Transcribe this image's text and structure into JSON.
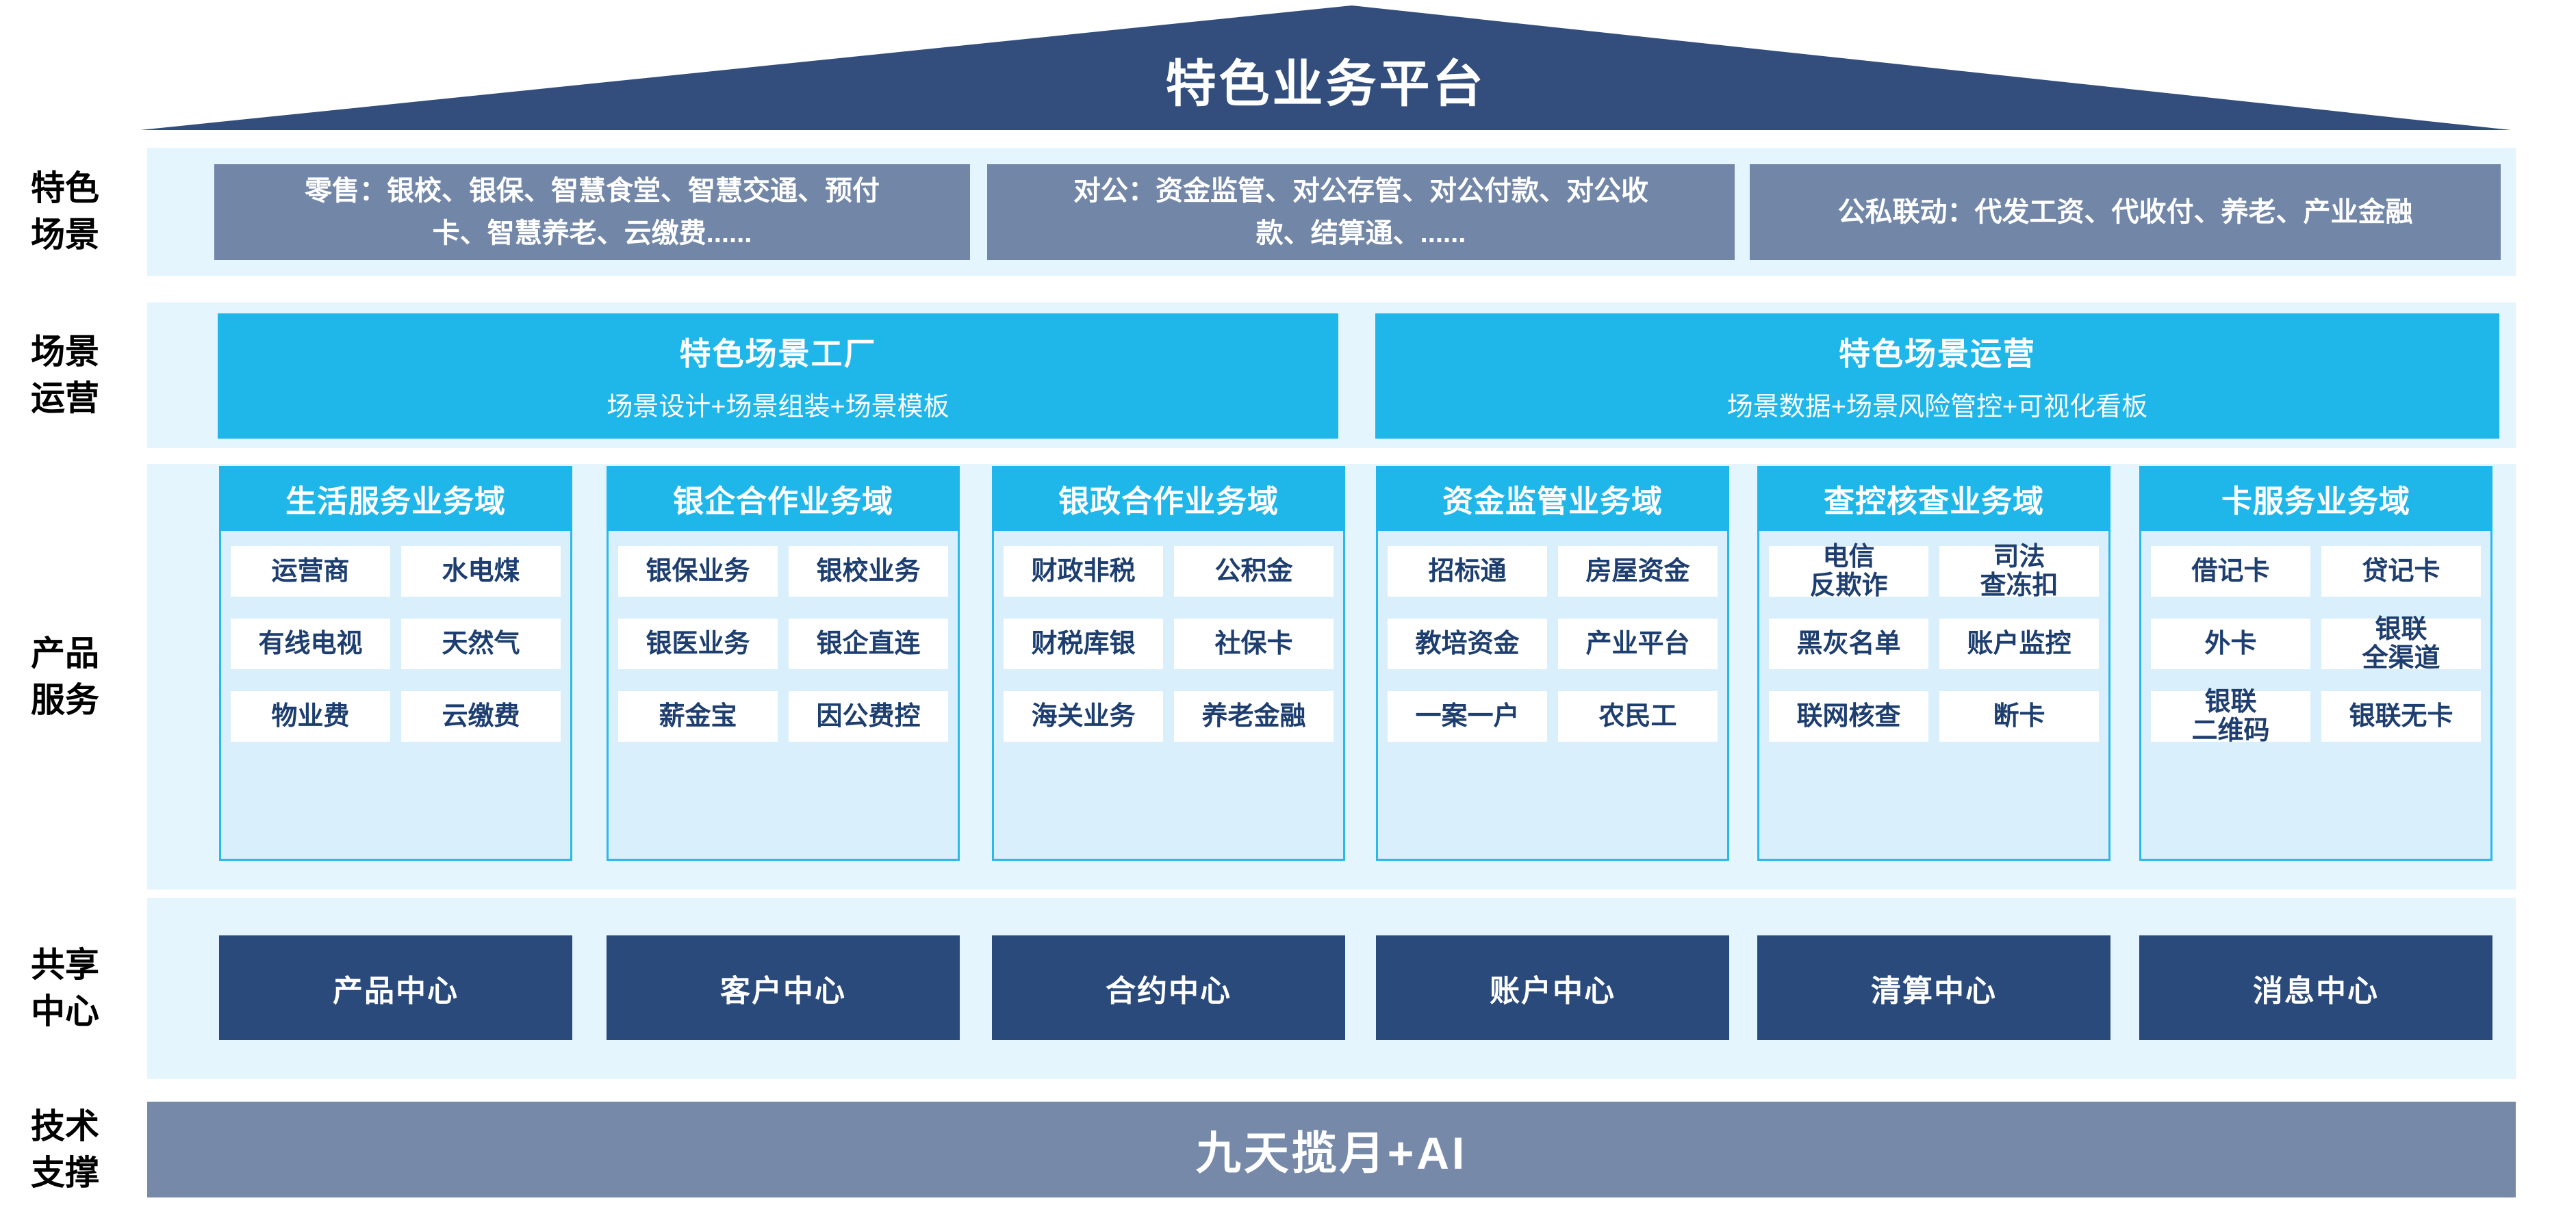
{
  "banner": {
    "title": "特色业务平台"
  },
  "side_labels": [
    {
      "label": "特色\n场景"
    },
    {
      "label": "场景\n运营"
    },
    {
      "label": "产品\n服务"
    },
    {
      "label": "共享\n中心"
    },
    {
      "label": "技术\n支撑"
    }
  ],
  "scenes": {
    "boxes": [
      {
        "text": "零售：银校、银保、智慧食堂、智慧交通、预付\n卡、智慧养老、云缴费......"
      },
      {
        "text": "对公：资金监管、对公存管、对公付款、对公收\n款、结算通、......"
      },
      {
        "text": "公私联动：代发工资、代收付、养老、产业金融"
      }
    ]
  },
  "operations": {
    "boxes": [
      {
        "title": "特色场景工厂",
        "subtitle": "场景设计+场景组装+场景模板"
      },
      {
        "title": "特色场景运营",
        "subtitle": "场景数据+场景风险管控+可视化看板"
      }
    ]
  },
  "products": {
    "columns": [
      {
        "header": "生活服务业务域",
        "items": [
          "运营商",
          "水电煤",
          "有线电视",
          "天然气",
          "物业费",
          "云缴费"
        ]
      },
      {
        "header": "银企合作业务域",
        "items": [
          "银保业务",
          "银校业务",
          "银医业务",
          "银企直连",
          "薪金宝",
          "因公费控"
        ]
      },
      {
        "header": "银政合作业务域",
        "items": [
          "财政非税",
          "公积金",
          "财税库银",
          "社保卡",
          "海关业务",
          "养老金融"
        ]
      },
      {
        "header": "资金监管业务域",
        "items": [
          "招标通",
          "房屋资金",
          "教培资金",
          "产业平台",
          "一案一户",
          "农民工"
        ]
      },
      {
        "header": "查控核查业务域",
        "items": [
          "电信\n反欺诈",
          "司法\n查冻扣",
          "黑灰名单",
          "账户监控",
          "联网核查",
          "断卡"
        ]
      },
      {
        "header": "卡服务业务域",
        "items": [
          "借记卡",
          "贷记卡",
          "外卡",
          "银联\n全渠道",
          "银联\n二维码",
          "银联无卡"
        ]
      }
    ]
  },
  "centers": {
    "items": [
      "产品中心",
      "客户中心",
      "合约中心",
      "账户中心",
      "清算中心",
      "消息中心"
    ]
  },
  "tech": {
    "label": "九天揽月+AI"
  },
  "colors": {
    "roof_navy": "#334E7D",
    "band_light_blue": "#E4F5FD",
    "scene_box_slate": "#7286A8",
    "accent_cyan": "#1FB6EA",
    "column_body_blue": "#D9EFFB",
    "item_text_navy": "#1D3E6F",
    "center_navy": "#2A4A7C",
    "tech_bar_slate": "#7789A9"
  }
}
